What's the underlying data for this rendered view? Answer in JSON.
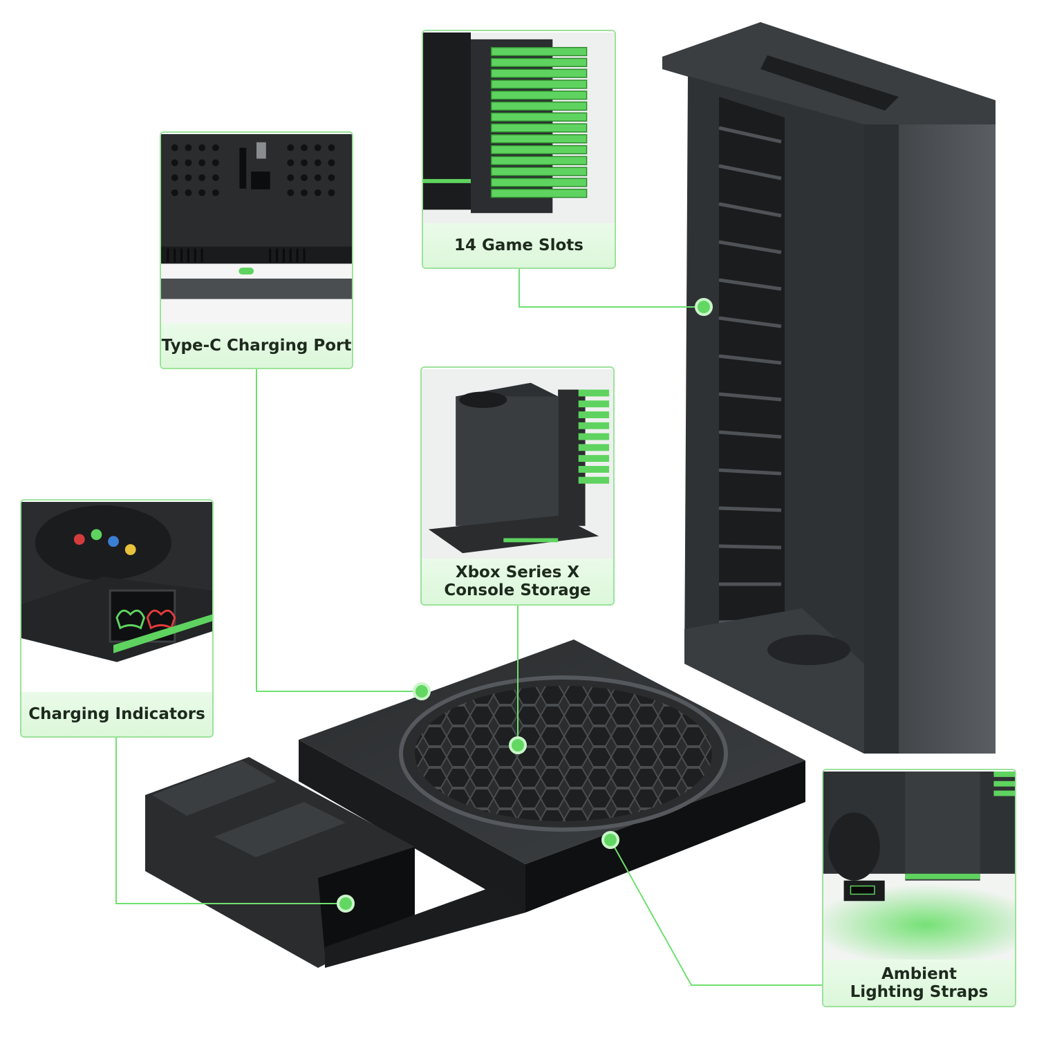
{
  "accent_color": "#5fd35f",
  "callouts": {
    "game_slots": {
      "label": "14 Game Slots"
    },
    "type_c": {
      "label": "Type-C Charging Port"
    },
    "console_storage": {
      "line1": "Xbox Series X",
      "line2": "Console Storage"
    },
    "charging_indicators": {
      "label": "Charging Indicators"
    },
    "ambient": {
      "line1": "Ambient",
      "line2": "Lighting Straps"
    }
  },
  "icons": [
    "xbox-logo-icon",
    "controller-icon"
  ]
}
